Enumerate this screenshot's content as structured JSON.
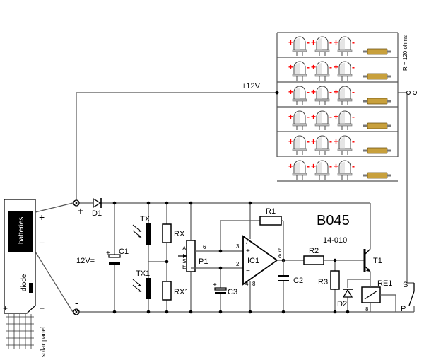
{
  "board": {
    "title": "B045",
    "code": "14-010"
  },
  "supply": {
    "voltage_label": "+12V",
    "input_label": "12V="
  },
  "resistor_note": "R = 120 ohms",
  "led_polarity": {
    "plus": "+",
    "minus": "-"
  },
  "terminals": {
    "plus": "+",
    "minus": "-"
  },
  "battery": {
    "label": "batteries",
    "plus": "+",
    "minus": "−"
  },
  "panel": {
    "label": "solar panel",
    "diode": "diode",
    "plus": "+",
    "minus": "−"
  },
  "parts": {
    "d1": "D1",
    "c1": "C1",
    "tx": "TX",
    "tx1": "TX1",
    "rx": "RX",
    "rx1": "RX1",
    "p1": "P1",
    "p1_e": "E",
    "p1_s": "S",
    "p1_a": "A",
    "r1": "R1",
    "r2": "R2",
    "r3": "R3",
    "c2": "C2",
    "c3": "C3",
    "ic1": "IC1",
    "t1": "T1",
    "d2": "D2",
    "re1": "RE1",
    "sw_s": "S",
    "sw_p": "P",
    "re_8": "8"
  },
  "ic_pins": {
    "p2": "2",
    "p3": "3",
    "p4": "4",
    "p5": "5",
    "p6": "6",
    "p7": "7",
    "p8": "8"
  },
  "pot_pin": "6",
  "comp_signs": {
    "plus": "+",
    "minus": "−"
  },
  "led_rows": 6,
  "leds_per_row": 3,
  "colors": {
    "led_plus": "#ff0000",
    "led_minus": "#ff0000",
    "resistor_body": "#c8a03c",
    "wire": "#555555"
  }
}
